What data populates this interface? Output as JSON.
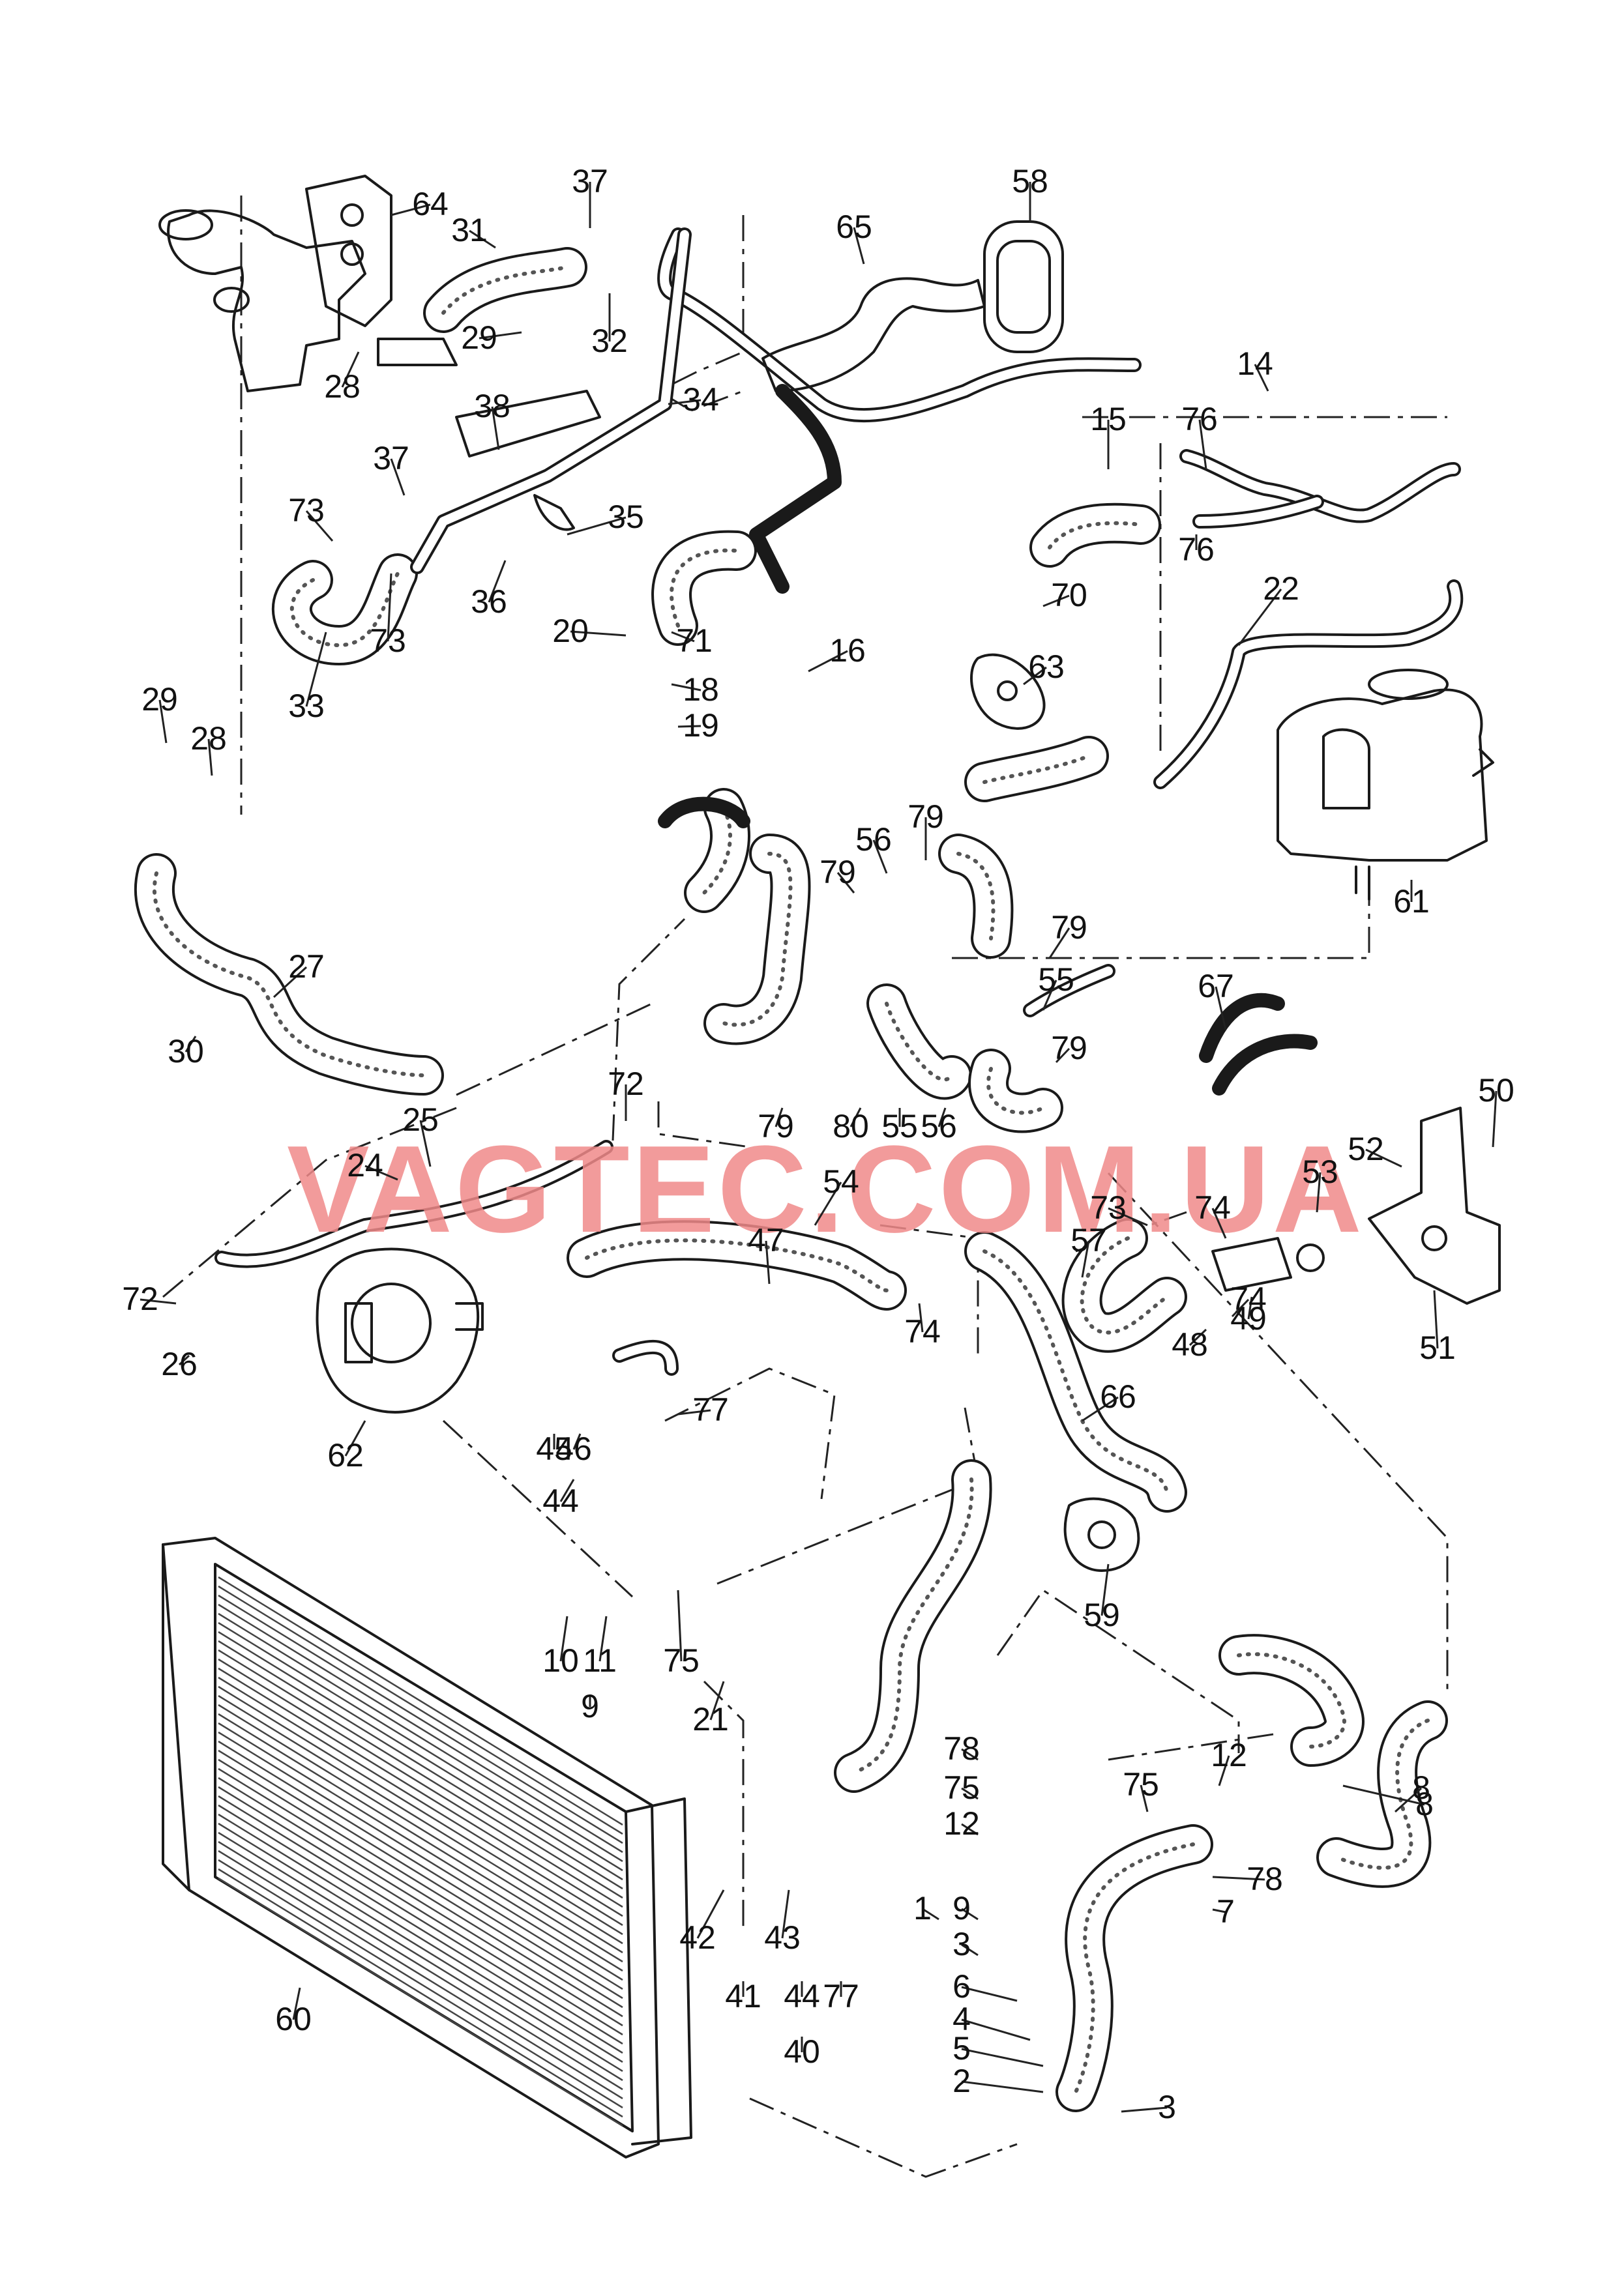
{
  "diagram": {
    "watermark": "VAGTEC.COM.UA",
    "watermark_color": "#f08a8a",
    "callouts": [
      "64",
      "37",
      "31",
      "29",
      "32",
      "28",
      "65",
      "58",
      "38",
      "34",
      "37",
      "35",
      "73",
      "36",
      "73",
      "33",
      "20",
      "71",
      "18",
      "19",
      "16",
      "14",
      "15",
      "76",
      "76",
      "70",
      "63",
      "22",
      "29",
      "28",
      "61",
      "27",
      "30",
      "79",
      "56",
      "79",
      "79",
      "55",
      "79",
      "79",
      "80",
      "55",
      "56",
      "67",
      "72",
      "25",
      "24",
      "54",
      "73",
      "74",
      "57",
      "52",
      "50",
      "53",
      "47",
      "72",
      "26",
      "74",
      "48",
      "49",
      "74",
      "51",
      "62",
      "45",
      "46",
      "77",
      "66",
      "44",
      "59",
      "10",
      "11",
      "75",
      "9",
      "21",
      "78",
      "75",
      "12",
      "75",
      "12",
      "8",
      "78",
      "7",
      "1",
      "9",
      "3",
      "6",
      "4",
      "5",
      "2",
      "3",
      "42",
      "43",
      "41",
      "44",
      "77",
      "40",
      "60",
      "8"
    ]
  }
}
